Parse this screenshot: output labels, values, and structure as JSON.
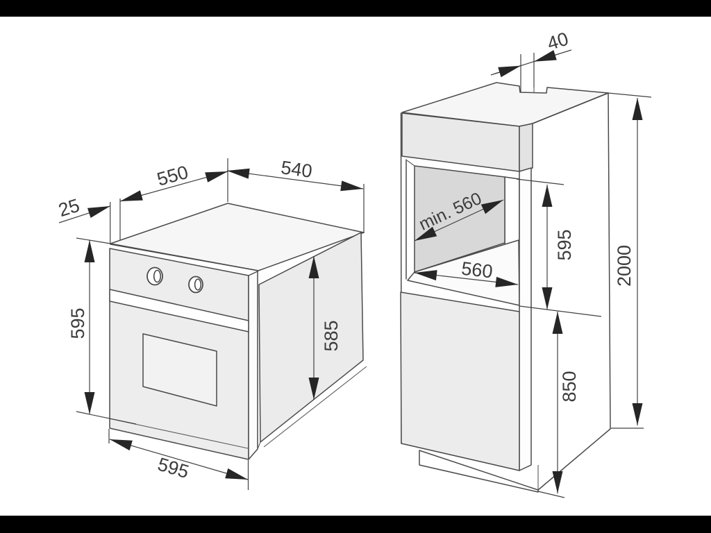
{
  "page": {
    "background": "#ffffff",
    "letterbox_color": "#000000",
    "line_color": "#4a4a4a",
    "text_color": "#3c3c3c"
  },
  "diagram": {
    "type": "technical-installation-drawing",
    "subject": "built-in single oven and tall housing cabinet niche dimensions (mm)",
    "oven": {
      "dims": {
        "top_depth": "550",
        "top_width": "540",
        "front_offset": "25",
        "front_height": "595",
        "side_height": "585",
        "bottom_width": "595"
      }
    },
    "cabinet": {
      "dims": {
        "vent_gap": "40",
        "niche_depth_min": "min. 560",
        "niche_width": "560",
        "niche_height": "595",
        "base_height": "850",
        "total_height": "2000"
      }
    },
    "colors": {
      "oven_front": "#ededed",
      "oven_side": "#ebebeb",
      "oven_top": "#f6f6f6",
      "cabinet_back_panel": "#d8d8d8",
      "cabinet_base_front": "#ececec",
      "worktop_front": "#e9e9e9"
    }
  }
}
